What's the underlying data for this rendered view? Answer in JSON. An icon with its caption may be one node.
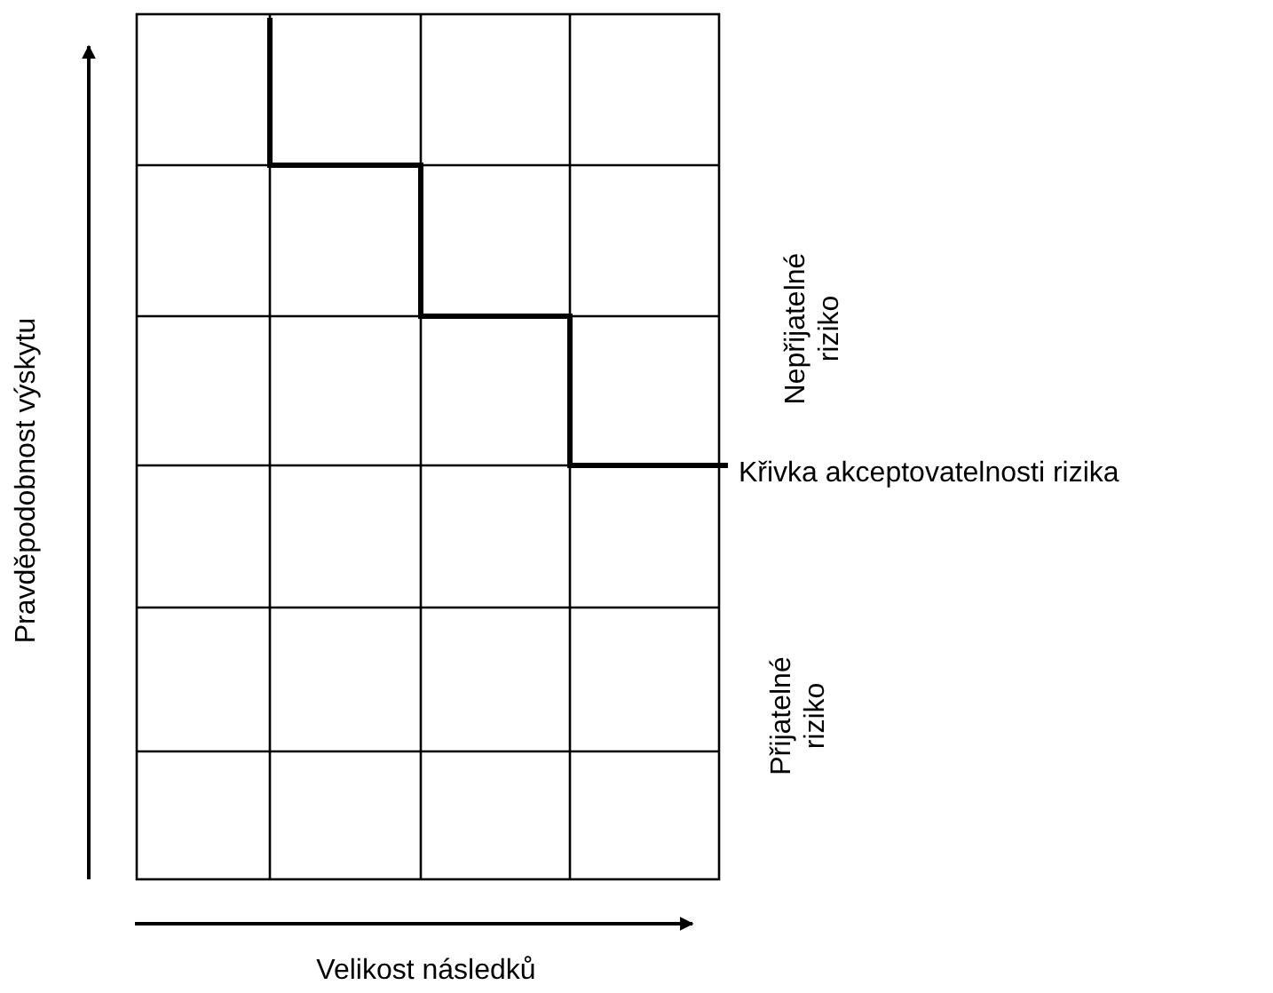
{
  "diagram": {
    "labels": [
      "Pravděpodobnost výskytu",
      "Nepřijatelné riziko",
      "Křivka akceptovatelnosti rizika",
      "Přijatelné riziko",
      "Velikost následků"
    ]
  }
}
